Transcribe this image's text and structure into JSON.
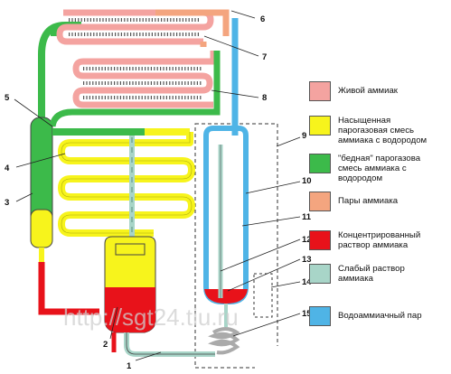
{
  "colors": {
    "living_ammonia": "#f4a3a0",
    "saturated_mix": "#f7f41c",
    "poor_mix": "#3cba4a",
    "ammonia_vapor": "#f4a57f",
    "concentrated": "#e8121a",
    "weak_solution": "#a8d5c8",
    "water_ammonia_vapor": "#4fb4e6"
  },
  "callouts": [
    "1",
    "2",
    "3",
    "4",
    "5",
    "6",
    "7",
    "8",
    "9",
    "10",
    "11",
    "12",
    "13",
    "14",
    "15"
  ],
  "legend": [
    {
      "label": "Живой аммиак",
      "color_key": "living_ammonia",
      "icon": "swatch-pink"
    },
    {
      "label": "Насыщенная\nпарогазовая смесь\nаммиака с водородом",
      "color_key": "saturated_mix",
      "icon": "swatch-yellow"
    },
    {
      "label": "\"бедная\" парогазова\nсмесь аммиака с\nводородом",
      "color_key": "poor_mix",
      "icon": "swatch-green"
    },
    {
      "label": "Пары аммиака",
      "color_key": "ammonia_vapor",
      "icon": "swatch-salmon"
    },
    {
      "label": "Концентрированный\nраствор аммиака",
      "color_key": "concentrated",
      "icon": "swatch-red"
    },
    {
      "label": "Слабый раствор\nаммиака",
      "color_key": "weak_solution",
      "icon": "swatch-mint"
    },
    {
      "label": "Водоаммиачный пар",
      "color_key": "water_ammonia_vapor",
      "icon": "swatch-blue"
    }
  ],
  "watermark": "http://sgt24.tiu.ru"
}
